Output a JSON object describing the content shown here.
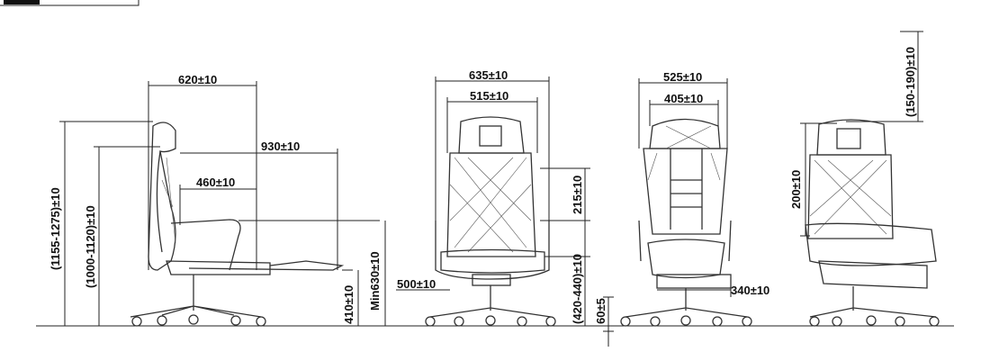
{
  "dimensions": {
    "side": {
      "total_depth": "620±10",
      "footrest_extended_depth": "930±10",
      "seat_depth": "460±10",
      "total_height": "(1155-1275)±10",
      "backrest_height": "(1000-1120)±10",
      "armrest_height": "410±10",
      "min_armrest_height": "Min630±10"
    },
    "front": {
      "overall_width": "635±10",
      "back_width": "515±10",
      "back_gap": "215±10",
      "seat_width": "500±10",
      "seat_height": "(420-440)±10",
      "gas_lift_travel": "60±5"
    },
    "rear": {
      "overall_width": "525±10",
      "back_width": "405±10",
      "armrest_spacing": "340±10"
    },
    "headrest": {
      "headrest_adjust": "(150-190)±10",
      "lumbar_height": "200±10"
    }
  },
  "colors": {
    "line": "#222222",
    "background": "#ffffff"
  }
}
